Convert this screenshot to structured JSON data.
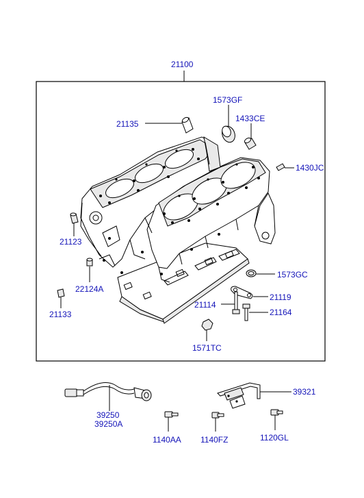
{
  "labels": {
    "assembly": "21100",
    "p21135": "21135",
    "p1573GF": "1573GF",
    "p1433CE": "1433CE",
    "p1430JC": "1430JC",
    "p21123": "21123",
    "p1573GC": "1573GC",
    "p22124A": "22124A",
    "p21114": "21114",
    "p21119": "21119",
    "p21133": "21133",
    "p21164": "21164",
    "p1571TC": "1571TC",
    "p39250": "39250",
    "p39250A": "39250A",
    "p1140AA": "1140AA",
    "p1140FZ": "1140FZ",
    "p1120GL": "1120GL",
    "p39321": "39321"
  },
  "colors": {
    "label_text": "#1212b8",
    "lines": "#000000",
    "background": "#ffffff"
  }
}
